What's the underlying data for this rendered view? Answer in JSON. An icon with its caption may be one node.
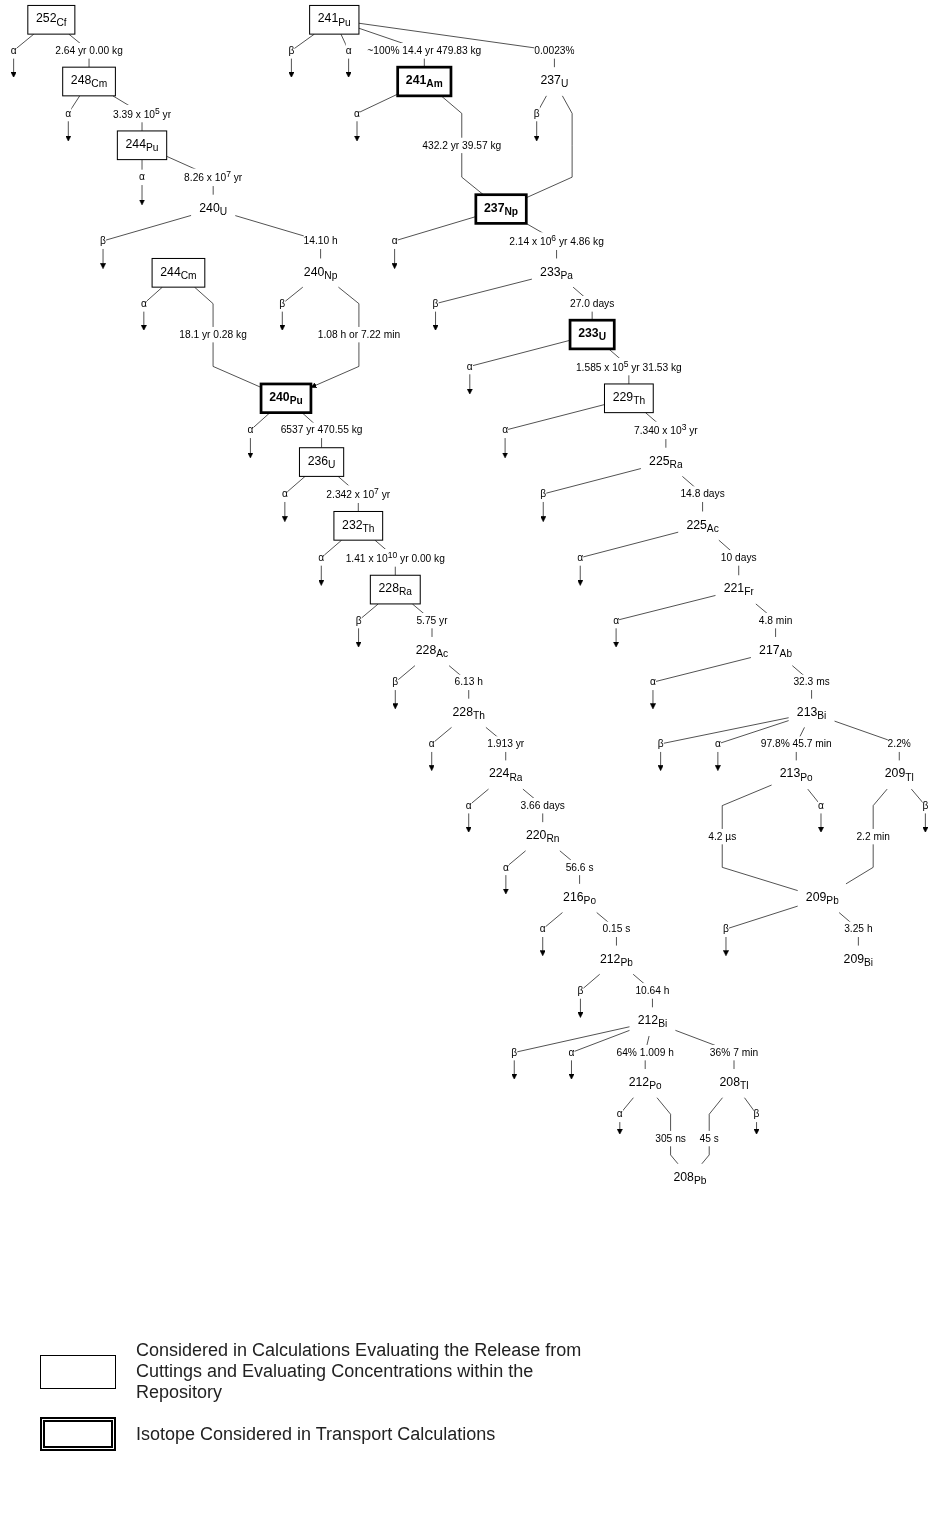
{
  "diagram": {
    "nodes": [
      {
        "text": [
          "252$_{Cf}$"
        ]
      },
      {
        "text": [
          "248$_{Cm}$"
        ]
      },
      {
        "text": [
          "244$_{Pu}$"
        ]
      },
      {
        "text": [
          "240$_{U}$"
        ]
      },
      {
        "text": [
          "240$_{Np}$"
        ]
      },
      {
        "text": [
          "244$_{Cm}$"
        ]
      },
      {
        "text": [
          "240$_{Pu}$"
        ]
      },
      {
        "text": [
          "236$_{U}$"
        ]
      },
      {
        "text": [
          "232$_{Th}$"
        ]
      },
      {
        "text": [
          "228$_{Ra}$"
        ]
      },
      {
        "text": [
          "228$_{Ac}$"
        ]
      },
      {
        "text": [
          "228$_{Th}$"
        ]
      },
      {
        "text": [
          "224$_{Ra}$"
        ]
      },
      {
        "text": [
          "220$_{Rn}$"
        ]
      },
      {
        "text": [
          "216$_{Po}$"
        ]
      },
      {
        "text": [
          "212$_{Pb}$"
        ]
      },
      {
        "text": [
          "212$_{Bi}$"
        ]
      },
      {
        "text": [
          "212$_{Po}$"
        ]
      },
      {
        "text": [
          "208$_{Tl}$"
        ]
      },
      {
        "text": [
          "208$_{Pb}$"
        ]
      },
      {
        "text": [
          "241$_{Pu}$"
        ]
      },
      {
        "text": [
          "241$_{Am}$"
        ]
      },
      {
        "text": [
          "237$_{U}$"
        ]
      },
      {
        "text": [
          "237$_{Np}$"
        ]
      },
      {
        "text": [
          "233$_{Pa}$"
        ]
      },
      {
        "text": [
          "233$_{U}$"
        ]
      },
      {
        "text": [
          "229$_{Th}$"
        ]
      },
      {
        "text": [
          "225$_{Ra}$"
        ]
      },
      {
        "text": [
          "225$_{Ac}$"
        ]
      },
      {
        "text": [
          "221$_{Fr}$"
        ]
      },
      {
        "text": [
          "217$_{Ab}$"
        ]
      },
      {
        "text": [
          "213$_{Bi}$"
        ]
      },
      {
        "text": [
          "213$_{Po}$"
        ]
      },
      {
        "text": [
          "209$_{Tl}$"
        ]
      },
      {
        "text": [
          "209$_{Pb}$"
        ]
      },
      {
        "text": [
          "209$_{Bi}$"
        ]
      }
    ],
    "edges": [
      {
        "from": 0,
        "to": null,
        "arrow": "to",
        "label": "α"
      },
      {
        "from": 0,
        "to": 1,
        "arrow": "none",
        "label": "2.64 yr 0.00 kg"
      },
      {
        "from": 1,
        "to": null,
        "arrow": "to",
        "label": "α"
      },
      {
        "from": 1,
        "to": 2,
        "arrow": "none",
        "label": "3.39 x 10$^{5}$ yr"
      },
      {
        "from": 2,
        "to": null,
        "arrow": "to",
        "label": "α"
      },
      {
        "from": 2,
        "to": 3,
        "arrow": "none",
        "label": "8.26 x 10$^{7}$ yr"
      },
      {
        "from": 3,
        "to": null,
        "arrow": "to",
        "label": "β"
      },
      {
        "from": 3,
        "to": 4,
        "arrow": "none",
        "label": "14.10 h"
      },
      {
        "from": 4,
        "to": null,
        "arrow": "to",
        "label": "β"
      },
      {
        "from": 4,
        "to": 6,
        "arrow": "to",
        "label": "1.08 h or 7.22 min"
      },
      {
        "from": 5,
        "to": null,
        "arrow": "to",
        "label": "α"
      },
      {
        "from": 5,
        "to": 6,
        "arrow": "none",
        "label": "18.1 yr 0.28 kg"
      },
      {
        "from": 6,
        "to": null,
        "arrow": "to",
        "label": "α"
      },
      {
        "from": 6,
        "to": 7,
        "arrow": "none",
        "label": "6537 yr 470.55 kg"
      },
      {
        "from": 7,
        "to": null,
        "arrow": "to",
        "label": "α"
      },
      {
        "from": 7,
        "to": 8,
        "arrow": "none",
        "label": "2.342 x 10$^{7}$ yr"
      },
      {
        "from": 8,
        "to": null,
        "arrow": "to",
        "label": "α"
      },
      {
        "from": 8,
        "to": 9,
        "arrow": "none",
        "label": "1.41 x 10$^{10}$ yr 0.00 kg"
      },
      {
        "from": 9,
        "to": null,
        "arrow": "to",
        "label": "β"
      },
      {
        "from": 9,
        "to": 10,
        "arrow": "none",
        "label": "5.75 yr"
      },
      {
        "from": 10,
        "to": null,
        "arrow": "to",
        "label": "β"
      },
      {
        "from": 10,
        "to": 11,
        "arrow": "none",
        "label": "6.13 h"
      },
      {
        "from": 11,
        "to": null,
        "arrow": "to",
        "label": "α"
      },
      {
        "from": 11,
        "to": 12,
        "arrow": "none",
        "label": "1.913 yr"
      },
      {
        "from": 12,
        "to": null,
        "arrow": "to",
        "label": "α"
      },
      {
        "from": 12,
        "to": 13,
        "arrow": "none",
        "label": "3.66 days"
      },
      {
        "from": 13,
        "to": null,
        "arrow": "to",
        "label": "α"
      },
      {
        "from": 13,
        "to": 14,
        "arrow": "none",
        "label": "56.6 s"
      },
      {
        "from": 14,
        "to": null,
        "arrow": "to",
        "label": "α"
      },
      {
        "from": 14,
        "to": 15,
        "arrow": "none",
        "label": "0.15 s"
      },
      {
        "from": 15,
        "to": null,
        "arrow": "to",
        "label": "β"
      },
      {
        "from": 15,
        "to": 16,
        "arrow": "none",
        "label": "10.64 h"
      },
      {
        "from": 16,
        "to": null,
        "arrow": "to",
        "label": "β"
      },
      {
        "from": 16,
        "to": null,
        "arrow": "to",
        "label": "α"
      },
      {
        "from": 16,
        "to": 17,
        "arrow": "none",
        "label": "64% 1.009 h"
      },
      {
        "from": 16,
        "to": 18,
        "arrow": "none",
        "label": "36% 7 min"
      },
      {
        "from": 17,
        "to": null,
        "arrow": "to",
        "label": "α"
      },
      {
        "from": 17,
        "to": 19,
        "arrow": "none",
        "label": "305 ns"
      },
      {
        "from": 18,
        "to": 19,
        "arrow": "none",
        "label": "45 s"
      },
      {
        "from": 18,
        "to": null,
        "arrow": "to",
        "label": "β"
      },
      {
        "from": 20,
        "to": null,
        "arrow": "to",
        "label": "β"
      },
      {
        "from": 20,
        "to": null,
        "arrow": "to",
        "label": "α"
      },
      {
        "from": 20,
        "to": 21,
        "arrow": "none",
        "label": "~100% 14.4 yr 479.83 kg"
      },
      {
        "from": 20,
        "to": 22,
        "arrow": "none",
        "label": "0.0023%"
      },
      {
        "from": 21,
        "to": null,
        "arrow": "to",
        "label": "α"
      },
      {
        "from": 22,
        "to": null,
        "arrow": "to",
        "label": "β"
      },
      {
        "from": 21,
        "to": 23,
        "arrow": "none",
        "label": "432.2 yr 39.57 kg"
      },
      {
        "from": 22,
        "to": 23,
        "arrow": "none"
      },
      {
        "from": 23,
        "to": null,
        "arrow": "to",
        "label": "α"
      },
      {
        "from": 23,
        "to": 24,
        "arrow": "none",
        "label": "2.14 x 10$^{6}$ yr 4.86 kg"
      },
      {
        "from": 24,
        "to": null,
        "arrow": "to",
        "label": "β"
      },
      {
        "from": 24,
        "to": 25,
        "arrow": "none",
        "label": "27.0 days"
      },
      {
        "from": 25,
        "to": null,
        "arrow": "to",
        "label": "α"
      },
      {
        "from": 25,
        "to": 26,
        "arrow": "none",
        "label": "1.585 x 10$^{5}$ yr 31.53 kg"
      },
      {
        "from": 26,
        "to": null,
        "arrow": "to",
        "label": "α"
      },
      {
        "from": 26,
        "to": 27,
        "arrow": "none",
        "label": "7.340 x 10$^{3}$ yr"
      },
      {
        "from": 27,
        "to": null,
        "arrow": "to",
        "label": "β"
      },
      {
        "from": 27,
        "to": 28,
        "arrow": "none",
        "label": "14.8 days"
      },
      {
        "from": 28,
        "to": null,
        "arrow": "to",
        "label": "α"
      },
      {
        "from": 28,
        "to": 29,
        "arrow": "none",
        "label": "10 days"
      },
      {
        "from": 29,
        "to": null,
        "arrow": "to",
        "label": "α"
      },
      {
        "from": 29,
        "to": 30,
        "arrow": "none",
        "label": "4.8 min"
      },
      {
        "from": 30,
        "to": null,
        "arrow": "to",
        "label": "α"
      },
      {
        "from": 30,
        "to": 31,
        "arrow": "none",
        "label": "32.3 ms"
      },
      {
        "from": 31,
        "to": null,
        "arrow": "to",
        "label": "β"
      },
      {
        "from": 31,
        "to": null,
        "arrow": "to",
        "label": "α"
      },
      {
        "from": 31,
        "to": 32,
        "arrow": "none",
        "label": "97.8% 45.7 min"
      },
      {
        "from": 31,
        "to": 33,
        "arrow": "none",
        "label": "2.2%"
      },
      {
        "from": 32,
        "to": 34,
        "arrow": "none",
        "label": "4.2 µs"
      },
      {
        "from": 33,
        "to": 34,
        "arrow": "none",
        "label": "2.2 min"
      },
      {
        "from": 32,
        "to": null,
        "arrow": "to",
        "label": "α"
      },
      {
        "from": 33,
        "to": null,
        "arrow": "to",
        "label": "β"
      },
      {
        "from": 34,
        "to": null,
        "arrow": "to",
        "label": "β"
      },
      {
        "from": 34,
        "to": 35,
        "arrow": "none",
        "label": "3.25 h"
      }
    ],
    "legend": [
      {
        "text": "Considered in Calculations Evaluating the Release from Cuttings and Evaluating Concentrations within the Repository"
      },
      {
        "text": "Isotope Considered in Transport Calculations"
      }
    ]
  }
}
